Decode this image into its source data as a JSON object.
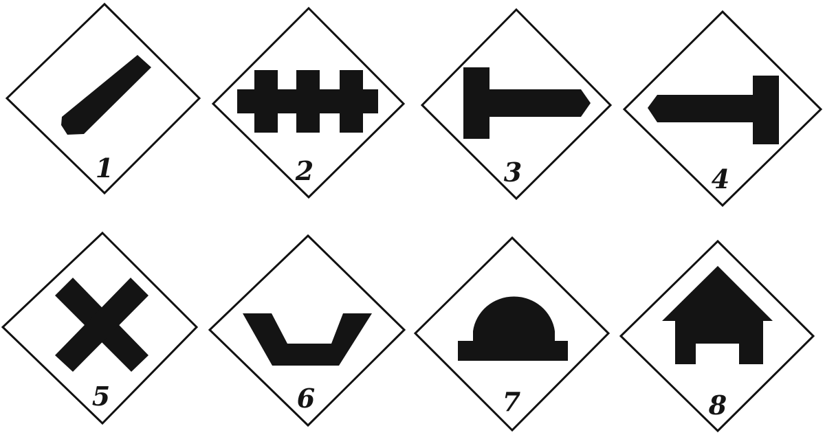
{
  "figure": {
    "colors": {
      "ink": "#141414",
      "background": "#ffffff"
    },
    "signs": [
      {
        "number": "1",
        "symbol": "diagonal-bar-icon"
      },
      {
        "number": "2",
        "symbol": "fence-icon"
      },
      {
        "number": "3",
        "symbol": "t-shape-right-icon"
      },
      {
        "number": "4",
        "symbol": "t-shape-left-icon"
      },
      {
        "number": "5",
        "symbol": "cross-icon"
      },
      {
        "number": "6",
        "symbol": "trough-icon"
      },
      {
        "number": "7",
        "symbol": "dome-icon"
      },
      {
        "number": "8",
        "symbol": "house-icon"
      }
    ]
  }
}
